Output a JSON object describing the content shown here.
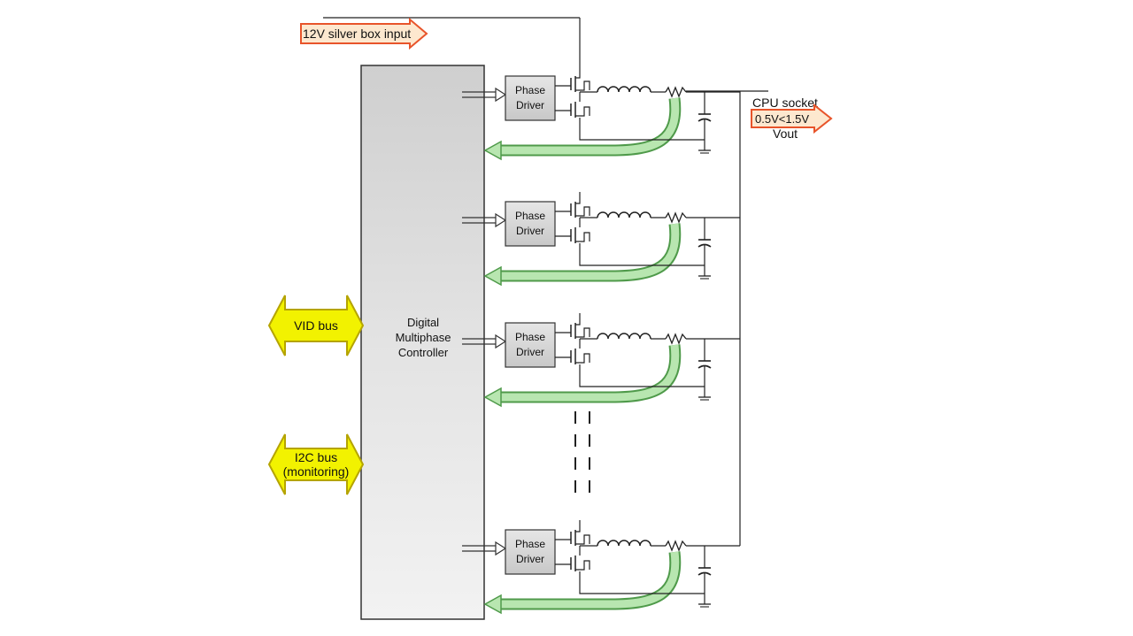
{
  "input_label": "12V silver box input",
  "controller_label": [
    "Digital",
    "Multiphase",
    "Controller"
  ],
  "vid_bus_label": "VID bus",
  "i2c_bus_label": [
    "I2C bus",
    "(monitoring)"
  ],
  "cpu_socket_label": "CPU socket",
  "vout_range_label": "0.5V<1.5V",
  "vout_label": "Vout",
  "phases": [
    {
      "driver_label": [
        "Phase",
        "Driver"
      ]
    },
    {
      "driver_label": [
        "Phase",
        "Driver"
      ]
    },
    {
      "driver_label": [
        "Phase",
        "Driver"
      ]
    },
    {
      "driver_label": [
        "Phase",
        "Driver"
      ]
    }
  ],
  "colors": {
    "orange_arrow_fill": "#fde8cf",
    "orange_arrow_stroke": "#e8542a",
    "yellow_arrow_fill": "#f2f200",
    "yellow_arrow_stroke": "#b5a400",
    "feedback_green": "#b8e6b0",
    "feedback_green_stroke": "#4f9a4a",
    "box_gray": "#d4d4d4"
  }
}
